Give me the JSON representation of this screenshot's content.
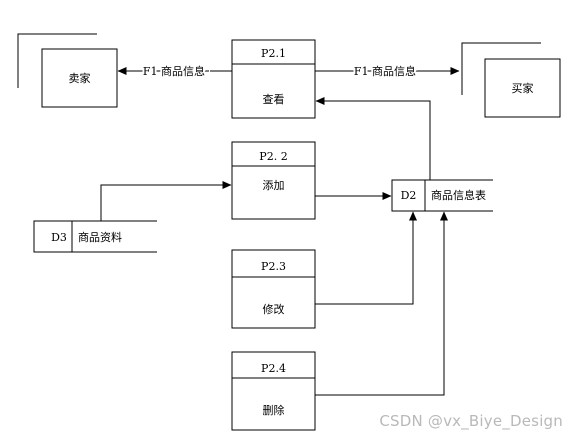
{
  "entities": {
    "seller": "卖家",
    "buyer": "买家"
  },
  "processes": [
    {
      "id": "P2.1",
      "name": "查看"
    },
    {
      "id": "P2. 2",
      "name": "添加"
    },
    {
      "id": "P2.3",
      "name": "修改"
    },
    {
      "id": "P2.4",
      "name": "删除"
    }
  ],
  "datastores": [
    {
      "id": "D2",
      "name": "商品信息表"
    },
    {
      "id": "D3",
      "name": "商品资料"
    }
  ],
  "flows": {
    "to_seller": "F1 商品信息",
    "to_buyer": "F1 商品信息"
  },
  "watermark": "CSDN @vx_Biye_Design"
}
